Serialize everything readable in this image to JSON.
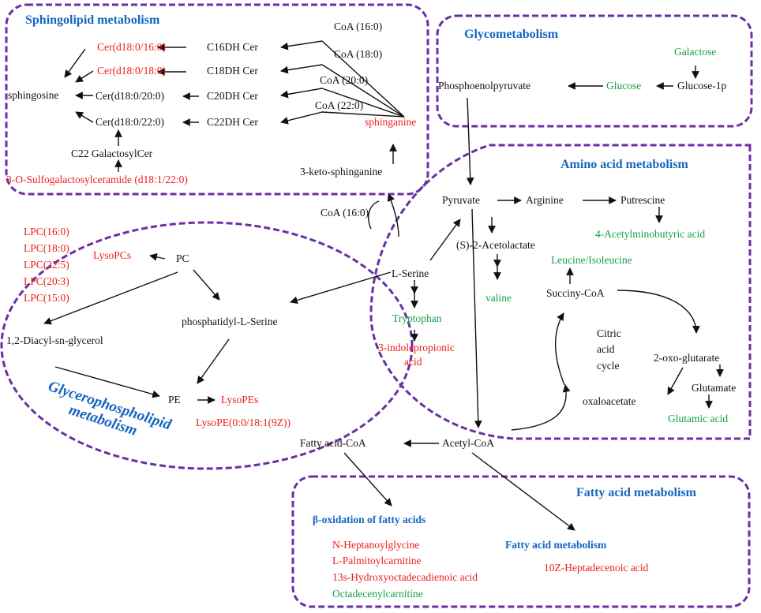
{
  "colors": {
    "black": "#111111",
    "red": "#ee1c1c",
    "green": "#18a04a",
    "blue": "#1565c0",
    "border": "#6a2fa4"
  },
  "titles": {
    "sphingolipid": "Sphingolipid  metabolism",
    "glycometabolism": "Glycometabolism",
    "amino_acid": "Amino acid metabolism",
    "glycerophospholipid_1": "Glycerophospholipid",
    "glycerophospholipid_2": "metabolism",
    "fatty_acid": "Fatty acid metabolism"
  },
  "sphingolipid": {
    "cer_16": "Cer(d18:0/16:0)",
    "cer_18": "Cer(d18:0/18:0)",
    "cer_20": "Cer(d18:0/20:0)",
    "cer_22": "Cer(d18:0/22:0)",
    "sphingosine": "sphingosine",
    "c16dh": "C16DH  Cer",
    "c18dh": "C18DH  Cer",
    "c20dh": "C20DH  Cer",
    "c22dh": "C22DH  Cer",
    "coa16": "CoA  (16:0)",
    "coa18": "CoA  (18:0)",
    "coa20": "CoA  (20:0)",
    "coa22": "CoA  (22:0)",
    "sphinganine": "sphinganine",
    "c22galactosyl": "C22  GalactosylCer",
    "sulfogalacto": "3-O-Sulfogalactosylceramide   (d18:1/22:0)",
    "ketosphinganine": "3-keto-sphinganine",
    "coa16_lower": "CoA  (16:0)"
  },
  "glyco": {
    "galactose": "Galactose",
    "glucose": "Glucose",
    "glucose1p": "Glucose-1p",
    "pep": "Phosphoenolpyruvate"
  },
  "amino": {
    "pyruvate": "Pyruvate",
    "arginine": "Arginine",
    "putrescine": "Putrescine",
    "acetylaminobutyric": "4-Acetylminobutyric acid",
    "acetolactate": "(S)-2-Acetolactate",
    "leucine": "Leucine/Isoleucine",
    "lserine": "L-Serine",
    "valine": "valine",
    "succinyl": "Succiny-CoA",
    "tryptophan": "Tryptophan",
    "citric_1": "Citric",
    "citric_2": "acid",
    "citric_3": "cycle",
    "indole_1": "3-indolepropionic",
    "indole_2": "acid",
    "oxoglutarate": "2-oxo-glutarate",
    "glutamate": "Glutamate",
    "oxaloacetate": "oxaloacetate",
    "glutamic": "Glutamic  acid"
  },
  "glycero": {
    "lpc": [
      "LPC(16:0)",
      "LPC(18:0)",
      "LPC(22:5)",
      "LPC(20:3)",
      "LPC(15:0)"
    ],
    "lysopcs": "LysoPCs",
    "pc": "PC",
    "phosphatidyl": "phosphatidyl-L-Serine",
    "diacyl": "1,2-Diacyl-sn-glycerol",
    "pe": "PE",
    "lysopes": "LysoPEs",
    "lysope": "LysoPE(0:0/18:1(9Z))"
  },
  "fatty": {
    "fatty_acid_coa": "Fatty acid-CoA",
    "acetyl_coa": "Acetyl-CoA",
    "beta_oxidation": "β-oxidation  of fatty acids",
    "fa_metabolism": "Fatty  acid metabolism",
    "heptanoylglycine": "N-Heptanoylglycine",
    "palmitoylcarnitine": "L-Palmitoylcarnitine",
    "hydroxyoctadecadienoic": "13s-Hydroxyoctadecadienoic acid",
    "octadecenylcarnitine": "Octadecenylcarnitine",
    "heptadecenoic": "10Z-Heptadecenoic acid"
  }
}
